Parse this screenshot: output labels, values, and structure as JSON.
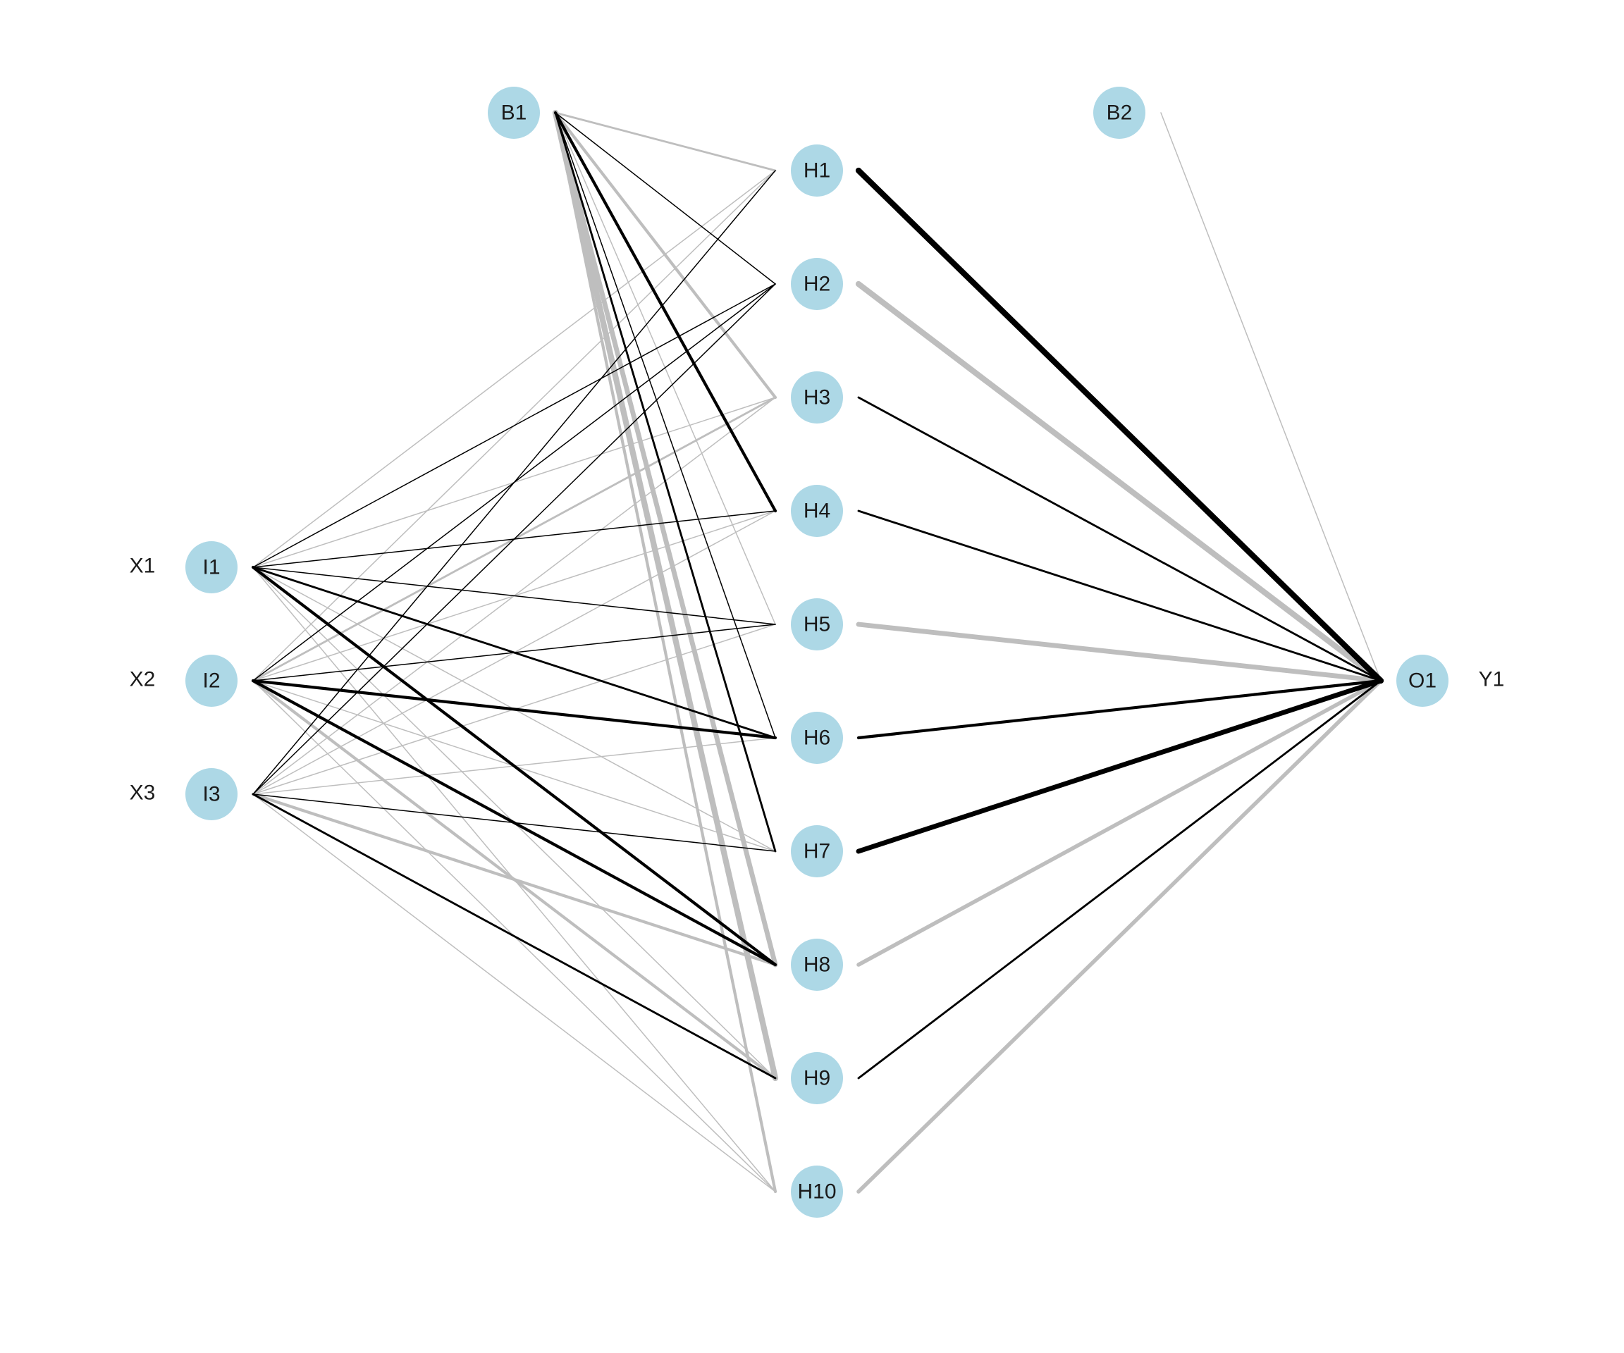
{
  "colors": {
    "node_fill": "#add8e6",
    "positive_weight": "#000000",
    "negative_weight": "#bebebe",
    "background": "#ffffff"
  },
  "layers": {
    "input": [
      "I1",
      "I2",
      "I3"
    ],
    "hidden": [
      "H1",
      "H2",
      "H3",
      "H4",
      "H5",
      "H6",
      "H7",
      "H8",
      "H9",
      "H10"
    ],
    "output": [
      "O1"
    ]
  },
  "bias_nodes": [
    "B1",
    "B2"
  ],
  "input_labels": [
    "X1",
    "X2",
    "X3"
  ],
  "output_labels": [
    "Y1"
  ],
  "connections": {
    "input_hidden": [
      {
        "from": "I1",
        "to": "H1",
        "sign": "neg",
        "strength": 1
      },
      {
        "from": "I1",
        "to": "H2",
        "sign": "pos",
        "strength": 1
      },
      {
        "from": "I1",
        "to": "H3",
        "sign": "neg",
        "strength": 1
      },
      {
        "from": "I1",
        "to": "H4",
        "sign": "pos",
        "strength": 1
      },
      {
        "from": "I1",
        "to": "H5",
        "sign": "pos",
        "strength": 1
      },
      {
        "from": "I1",
        "to": "H6",
        "sign": "pos",
        "strength": 2
      },
      {
        "from": "I1",
        "to": "H7",
        "sign": "neg",
        "strength": 1
      },
      {
        "from": "I1",
        "to": "H8",
        "sign": "pos",
        "strength": 3
      },
      {
        "from": "I1",
        "to": "H9",
        "sign": "neg",
        "strength": 1
      },
      {
        "from": "I1",
        "to": "H10",
        "sign": "neg",
        "strength": 1
      },
      {
        "from": "I2",
        "to": "H1",
        "sign": "neg",
        "strength": 1
      },
      {
        "from": "I2",
        "to": "H2",
        "sign": "pos",
        "strength": 1
      },
      {
        "from": "I2",
        "to": "H3",
        "sign": "neg",
        "strength": 2
      },
      {
        "from": "I2",
        "to": "H4",
        "sign": "neg",
        "strength": 1
      },
      {
        "from": "I2",
        "to": "H5",
        "sign": "pos",
        "strength": 1
      },
      {
        "from": "I2",
        "to": "H6",
        "sign": "pos",
        "strength": 3
      },
      {
        "from": "I2",
        "to": "H7",
        "sign": "neg",
        "strength": 1
      },
      {
        "from": "I2",
        "to": "H8",
        "sign": "pos",
        "strength": 3
      },
      {
        "from": "I2",
        "to": "H9",
        "sign": "neg",
        "strength": 3
      },
      {
        "from": "I2",
        "to": "H10",
        "sign": "neg",
        "strength": 1
      },
      {
        "from": "I3",
        "to": "H1",
        "sign": "pos",
        "strength": 1
      },
      {
        "from": "I3",
        "to": "H2",
        "sign": "pos",
        "strength": 1
      },
      {
        "from": "I3",
        "to": "H3",
        "sign": "neg",
        "strength": 1
      },
      {
        "from": "I3",
        "to": "H4",
        "sign": "neg",
        "strength": 1
      },
      {
        "from": "I3",
        "to": "H5",
        "sign": "neg",
        "strength": 1
      },
      {
        "from": "I3",
        "to": "H6",
        "sign": "neg",
        "strength": 1
      },
      {
        "from": "I3",
        "to": "H7",
        "sign": "pos",
        "strength": 1
      },
      {
        "from": "I3",
        "to": "H8",
        "sign": "neg",
        "strength": 3
      },
      {
        "from": "I3",
        "to": "H9",
        "sign": "pos",
        "strength": 2
      },
      {
        "from": "I3",
        "to": "H10",
        "sign": "neg",
        "strength": 1
      }
    ],
    "bias_hidden": [
      {
        "from": "B1",
        "to": "H1",
        "sign": "neg",
        "strength": 2
      },
      {
        "from": "B1",
        "to": "H2",
        "sign": "pos",
        "strength": 1
      },
      {
        "from": "B1",
        "to": "H3",
        "sign": "neg",
        "strength": 3
      },
      {
        "from": "B1",
        "to": "H4",
        "sign": "pos",
        "strength": 3
      },
      {
        "from": "B1",
        "to": "H5",
        "sign": "neg",
        "strength": 1
      },
      {
        "from": "B1",
        "to": "H6",
        "sign": "pos",
        "strength": 1
      },
      {
        "from": "B1",
        "to": "H7",
        "sign": "pos",
        "strength": 2
      },
      {
        "from": "B1",
        "to": "H8",
        "sign": "neg",
        "strength": 5
      },
      {
        "from": "B1",
        "to": "H9",
        "sign": "neg",
        "strength": 6
      },
      {
        "from": "B1",
        "to": "H10",
        "sign": "neg",
        "strength": 3
      }
    ],
    "hidden_output": [
      {
        "from": "H1",
        "to": "O1",
        "sign": "pos",
        "strength": 6
      },
      {
        "from": "H2",
        "to": "O1",
        "sign": "neg",
        "strength": 6
      },
      {
        "from": "H3",
        "to": "O1",
        "sign": "pos",
        "strength": 2
      },
      {
        "from": "H4",
        "to": "O1",
        "sign": "pos",
        "strength": 2
      },
      {
        "from": "H5",
        "to": "O1",
        "sign": "neg",
        "strength": 5
      },
      {
        "from": "H6",
        "to": "O1",
        "sign": "pos",
        "strength": 3
      },
      {
        "from": "H7",
        "to": "O1",
        "sign": "pos",
        "strength": 5
      },
      {
        "from": "H8",
        "to": "O1",
        "sign": "neg",
        "strength": 4
      },
      {
        "from": "H9",
        "to": "O1",
        "sign": "pos",
        "strength": 2
      },
      {
        "from": "H10",
        "to": "O1",
        "sign": "neg",
        "strength": 4
      }
    ],
    "bias_output": [
      {
        "from": "B2",
        "to": "O1",
        "sign": "neg",
        "strength": 1
      }
    ]
  }
}
